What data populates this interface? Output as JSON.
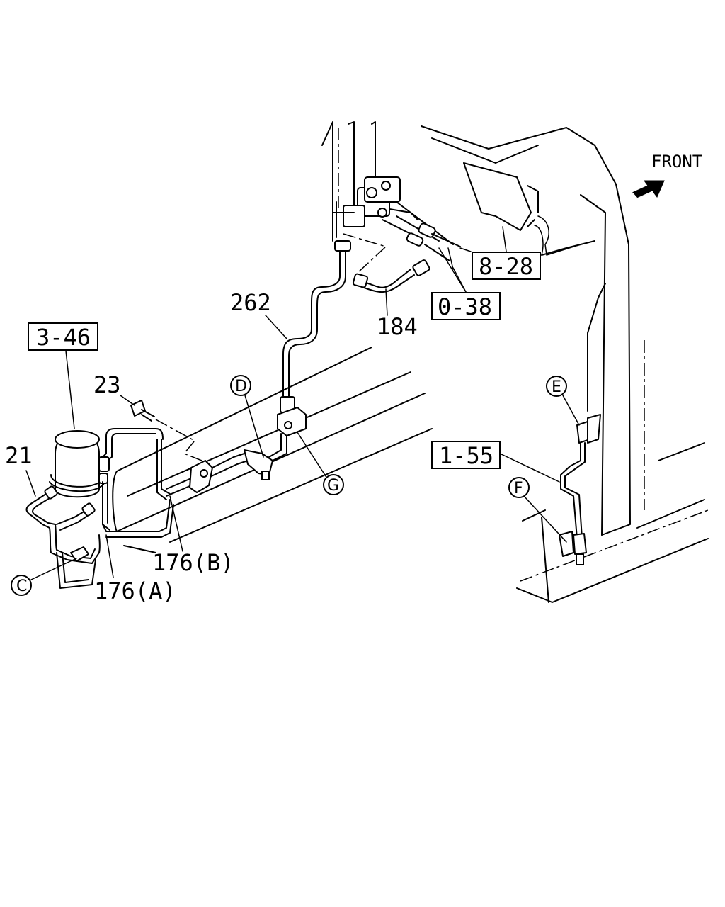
{
  "direction_label": "FRONT",
  "ref_boxes": {
    "r846": "3-46",
    "r828": "8-28",
    "r038": "0-38",
    "r155": "1-55"
  },
  "part_numbers": {
    "p262": "262",
    "p184": "184",
    "p23": "23",
    "p21": "21",
    "p176a": "176(A)",
    "p176b": "176(B)"
  },
  "connectors": {
    "c": "C",
    "d": "D",
    "e": "E",
    "f": "F",
    "g": "G"
  }
}
